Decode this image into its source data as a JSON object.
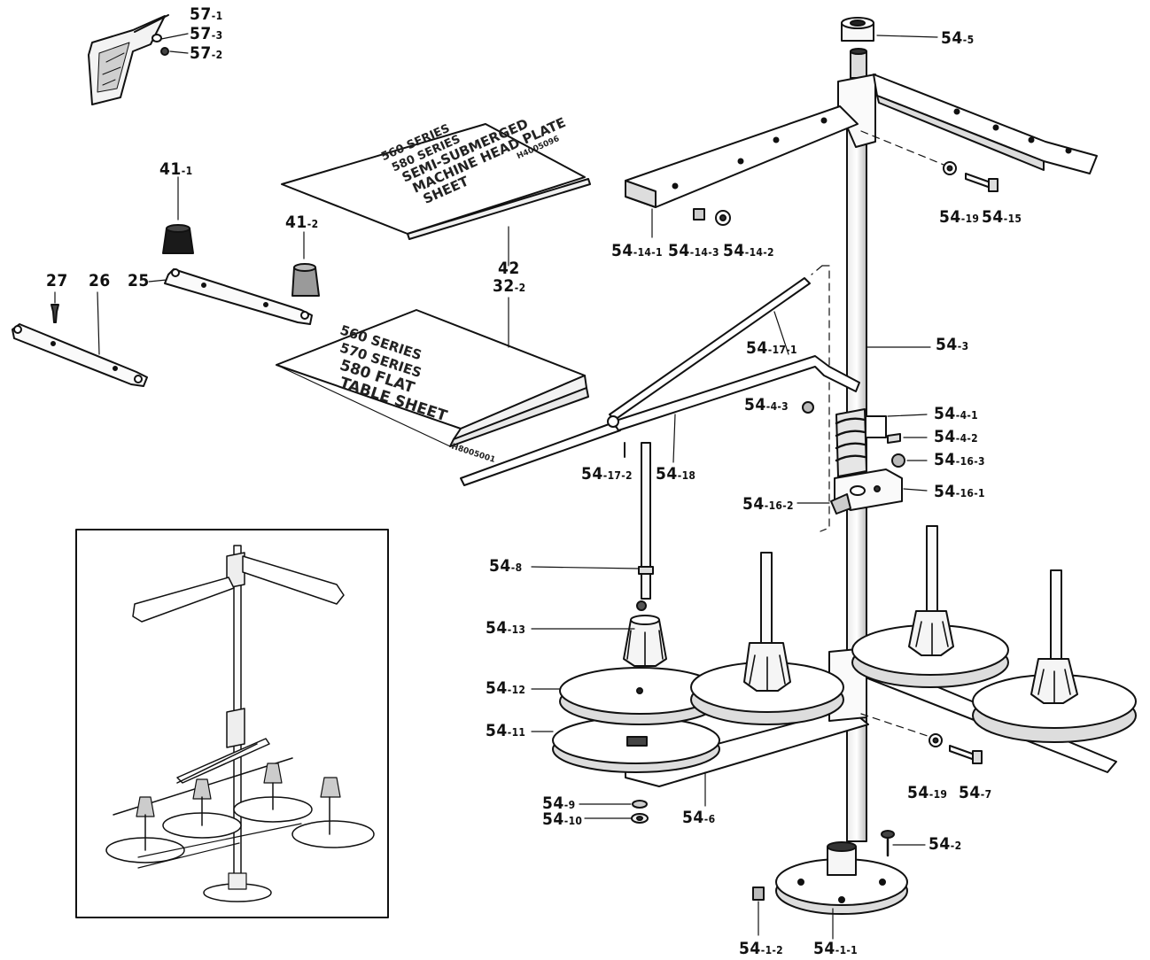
{
  "diagram": {
    "callouts": [
      {
        "id": "c57_1",
        "main": "57",
        "sub": "-1"
      },
      {
        "id": "c57_3",
        "main": "57",
        "sub": "-3"
      },
      {
        "id": "c57_2",
        "main": "57",
        "sub": "-2"
      },
      {
        "id": "c41_1",
        "main": "41",
        "sub": "-1"
      },
      {
        "id": "c41_2",
        "main": "41",
        "sub": "-2"
      },
      {
        "id": "c42",
        "main": "42",
        "sub": ""
      },
      {
        "id": "c32_2",
        "main": "32",
        "sub": "-2"
      },
      {
        "id": "c27",
        "main": "27",
        "sub": ""
      },
      {
        "id": "c26",
        "main": "26",
        "sub": ""
      },
      {
        "id": "c25",
        "main": "25",
        "sub": ""
      },
      {
        "id": "c54_5",
        "main": "54",
        "sub": "-5"
      },
      {
        "id": "c54_19a",
        "main": "54",
        "sub": "-19"
      },
      {
        "id": "c54_15",
        "main": "54",
        "sub": "-15"
      },
      {
        "id": "c54_14_1",
        "main": "54",
        "sub": "-14-1"
      },
      {
        "id": "c54_14_3",
        "main": "54",
        "sub": "-14-3"
      },
      {
        "id": "c54_14_2",
        "main": "54",
        "sub": "-14-2"
      },
      {
        "id": "c54_17_1",
        "main": "54",
        "sub": "-17-1"
      },
      {
        "id": "c54_3",
        "main": "54",
        "sub": "-3"
      },
      {
        "id": "c54_4_3",
        "main": "54",
        "sub": "-4-3"
      },
      {
        "id": "c54_4_1",
        "main": "54",
        "sub": "-4-1"
      },
      {
        "id": "c54_4_2",
        "main": "54",
        "sub": "-4-2"
      },
      {
        "id": "c54_16_3",
        "main": "54",
        "sub": "-16-3"
      },
      {
        "id": "c54_17_2",
        "main": "54",
        "sub": "-17-2"
      },
      {
        "id": "c54_18",
        "main": "54",
        "sub": "-18"
      },
      {
        "id": "c54_16_1",
        "main": "54",
        "sub": "-16-1"
      },
      {
        "id": "c54_16_2",
        "main": "54",
        "sub": "-16-2"
      },
      {
        "id": "c54_8",
        "main": "54",
        "sub": "-8"
      },
      {
        "id": "c54_13",
        "main": "54",
        "sub": "-13"
      },
      {
        "id": "c54_12",
        "main": "54",
        "sub": "-12"
      },
      {
        "id": "c54_11",
        "main": "54",
        "sub": "-11"
      },
      {
        "id": "c54_19b",
        "main": "54",
        "sub": "-19"
      },
      {
        "id": "c54_7",
        "main": "54",
        "sub": "-7"
      },
      {
        "id": "c54_9",
        "main": "54",
        "sub": "-9"
      },
      {
        "id": "c54_10",
        "main": "54",
        "sub": "-10"
      },
      {
        "id": "c54_6",
        "main": "54",
        "sub": "-6"
      },
      {
        "id": "c54_2",
        "main": "54",
        "sub": "-2"
      },
      {
        "id": "c54_1_2",
        "main": "54",
        "sub": "-1-2"
      },
      {
        "id": "c54_1_1",
        "main": "54",
        "sub": "-1-1"
      }
    ],
    "sheet_top": {
      "lines": [
        "560 SERIES",
        "580 SERIES",
        "SEMI-SUBMERGED",
        "MACHINE HEAD PLATE",
        "SHEET"
      ],
      "code": "H4005096"
    },
    "sheet_bottom": {
      "lines": [
        "560 SERIES",
        "570 SERIES",
        "580 FLAT",
        "TABLE SHEET"
      ],
      "code": "H8005001"
    }
  }
}
